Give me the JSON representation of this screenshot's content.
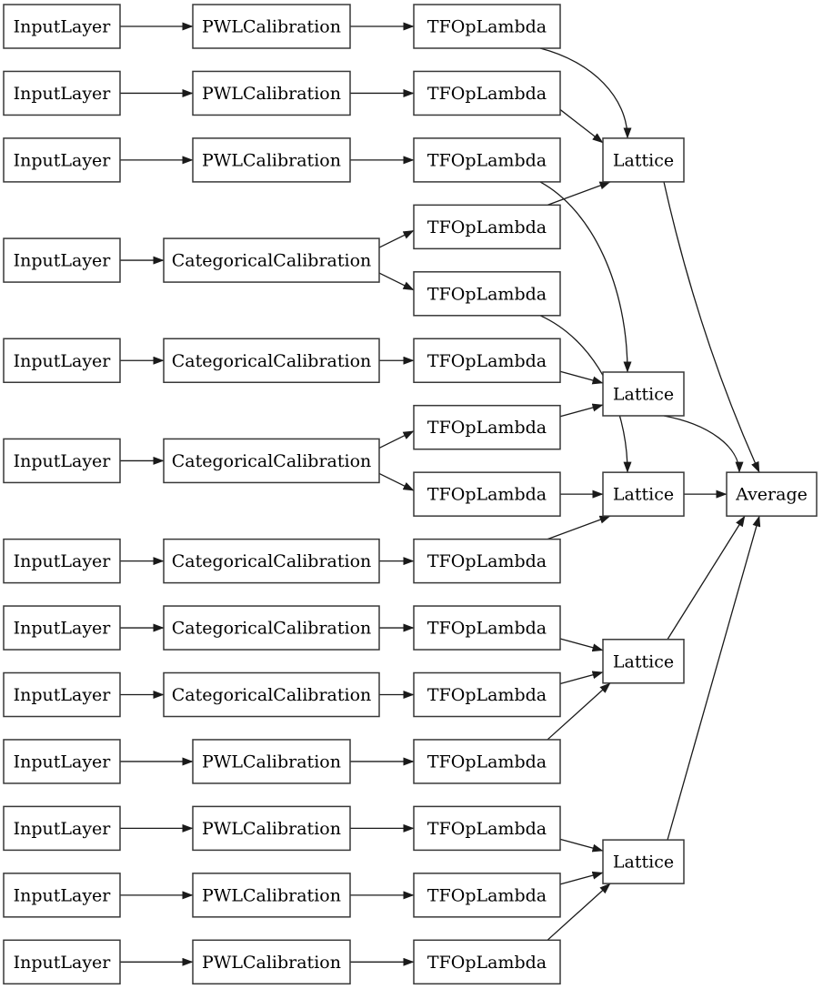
{
  "diagram": {
    "kind": "model-graph",
    "colors": {
      "background": "#ffffff",
      "node_fill": "#ffffff",
      "node_border": "#383838",
      "edge": "#1a1a1a",
      "text": "#000000"
    },
    "labels": {
      "input": "InputLayer",
      "pwl": "PWLCalibration",
      "categorical": "CategoricalCalibration",
      "lambda": "TFOpLambda",
      "lattice": "Lattice",
      "average": "Average"
    },
    "nodes": [
      {
        "id": "input_0",
        "label": "InputLayer",
        "type": "InputLayer",
        "row": 0
      },
      {
        "id": "pwl_0",
        "label": "PWLCalibration",
        "type": "PWLCalibration",
        "row": 0
      },
      {
        "id": "lambda_0",
        "label": "TFOpLambda",
        "type": "TFOpLambda",
        "row": 0
      },
      {
        "id": "input_1",
        "label": "InputLayer",
        "type": "InputLayer",
        "row": 1
      },
      {
        "id": "pwl_1",
        "label": "PWLCalibration",
        "type": "PWLCalibration",
        "row": 1
      },
      {
        "id": "lambda_1",
        "label": "TFOpLambda",
        "type": "TFOpLambda",
        "row": 1
      },
      {
        "id": "input_2",
        "label": "InputLayer",
        "type": "InputLayer",
        "row": 2
      },
      {
        "id": "pwl_2",
        "label": "PWLCalibration",
        "type": "PWLCalibration",
        "row": 2
      },
      {
        "id": "lambda_2",
        "label": "TFOpLambda",
        "type": "TFOpLambda",
        "row": 2
      },
      {
        "id": "lattice_0",
        "label": "Lattice",
        "type": "Lattice",
        "row": 2
      },
      {
        "id": "lambda_3",
        "label": "TFOpLambda",
        "type": "TFOpLambda",
        "row": 3
      },
      {
        "id": "input_3",
        "label": "InputLayer",
        "type": "InputLayer",
        "row": 3.5
      },
      {
        "id": "cat_0",
        "label": "CategoricalCalibration",
        "type": "CategoricalCalibration",
        "row": 3.5
      },
      {
        "id": "lambda_4",
        "label": "TFOpLambda",
        "type": "TFOpLambda",
        "row": 4
      },
      {
        "id": "input_4",
        "label": "InputLayer",
        "type": "InputLayer",
        "row": 5
      },
      {
        "id": "cat_1",
        "label": "CategoricalCalibration",
        "type": "CategoricalCalibration",
        "row": 5
      },
      {
        "id": "lambda_5",
        "label": "TFOpLambda",
        "type": "TFOpLambda",
        "row": 5
      },
      {
        "id": "lattice_1",
        "label": "Lattice",
        "type": "Lattice",
        "row": 5.5
      },
      {
        "id": "lambda_6",
        "label": "TFOpLambda",
        "type": "TFOpLambda",
        "row": 6
      },
      {
        "id": "input_5",
        "label": "InputLayer",
        "type": "InputLayer",
        "row": 6.5
      },
      {
        "id": "cat_2",
        "label": "CategoricalCalibration",
        "type": "CategoricalCalibration",
        "row": 6.5
      },
      {
        "id": "lambda_7",
        "label": "TFOpLambda",
        "type": "TFOpLambda",
        "row": 7
      },
      {
        "id": "lattice_2",
        "label": "Lattice",
        "type": "Lattice",
        "row": 7
      },
      {
        "id": "average",
        "label": "Average",
        "type": "Average",
        "row": 7
      },
      {
        "id": "input_6",
        "label": "InputLayer",
        "type": "InputLayer",
        "row": 8
      },
      {
        "id": "cat_3",
        "label": "CategoricalCalibration",
        "type": "CategoricalCalibration",
        "row": 8
      },
      {
        "id": "lambda_8",
        "label": "TFOpLambda",
        "type": "TFOpLambda",
        "row": 8
      },
      {
        "id": "input_7",
        "label": "InputLayer",
        "type": "InputLayer",
        "row": 9
      },
      {
        "id": "cat_4",
        "label": "CategoricalCalibration",
        "type": "CategoricalCalibration",
        "row": 9
      },
      {
        "id": "lambda_9",
        "label": "TFOpLambda",
        "type": "TFOpLambda",
        "row": 9
      },
      {
        "id": "lattice_3",
        "label": "Lattice",
        "type": "Lattice",
        "row": 9.5
      },
      {
        "id": "input_8",
        "label": "InputLayer",
        "type": "InputLayer",
        "row": 10
      },
      {
        "id": "cat_5",
        "label": "CategoricalCalibration",
        "type": "CategoricalCalibration",
        "row": 10
      },
      {
        "id": "lambda_10",
        "label": "TFOpLambda",
        "type": "TFOpLambda",
        "row": 10
      },
      {
        "id": "input_9",
        "label": "InputLayer",
        "type": "InputLayer",
        "row": 11
      },
      {
        "id": "pwl_3",
        "label": "PWLCalibration",
        "type": "PWLCalibration",
        "row": 11
      },
      {
        "id": "lambda_11",
        "label": "TFOpLambda",
        "type": "TFOpLambda",
        "row": 11
      },
      {
        "id": "input_10",
        "label": "InputLayer",
        "type": "InputLayer",
        "row": 12
      },
      {
        "id": "pwl_4",
        "label": "PWLCalibration",
        "type": "PWLCalibration",
        "row": 12
      },
      {
        "id": "lambda_12",
        "label": "TFOpLambda",
        "type": "TFOpLambda",
        "row": 12
      },
      {
        "id": "lattice_4",
        "label": "Lattice",
        "type": "Lattice",
        "row": 12.5
      },
      {
        "id": "input_11",
        "label": "InputLayer",
        "type": "InputLayer",
        "row": 13
      },
      {
        "id": "pwl_5",
        "label": "PWLCalibration",
        "type": "PWLCalibration",
        "row": 13
      },
      {
        "id": "lambda_13",
        "label": "TFOpLambda",
        "type": "TFOpLambda",
        "row": 13
      },
      {
        "id": "input_12",
        "label": "InputLayer",
        "type": "InputLayer",
        "row": 14
      },
      {
        "id": "pwl_6",
        "label": "PWLCalibration",
        "type": "PWLCalibration",
        "row": 14
      },
      {
        "id": "lambda_14",
        "label": "TFOpLambda",
        "type": "TFOpLambda",
        "row": 14
      }
    ],
    "edges": [
      {
        "from": "input_0",
        "to": "pwl_0"
      },
      {
        "from": "input_1",
        "to": "pwl_1"
      },
      {
        "from": "input_2",
        "to": "pwl_2"
      },
      {
        "from": "input_3",
        "to": "cat_0"
      },
      {
        "from": "input_4",
        "to": "cat_1"
      },
      {
        "from": "input_5",
        "to": "cat_2"
      },
      {
        "from": "input_6",
        "to": "cat_3"
      },
      {
        "from": "input_7",
        "to": "cat_4"
      },
      {
        "from": "input_8",
        "to": "cat_5"
      },
      {
        "from": "input_9",
        "to": "pwl_3"
      },
      {
        "from": "input_10",
        "to": "pwl_4"
      },
      {
        "from": "input_11",
        "to": "pwl_5"
      },
      {
        "from": "input_12",
        "to": "pwl_6"
      },
      {
        "from": "pwl_0",
        "to": "lambda_0"
      },
      {
        "from": "pwl_1",
        "to": "lambda_1"
      },
      {
        "from": "pwl_2",
        "to": "lambda_2"
      },
      {
        "from": "cat_0",
        "to": "lambda_3"
      },
      {
        "from": "cat_0",
        "to": "lambda_4"
      },
      {
        "from": "cat_1",
        "to": "lambda_5"
      },
      {
        "from": "cat_2",
        "to": "lambda_6"
      },
      {
        "from": "cat_2",
        "to": "lambda_7"
      },
      {
        "from": "cat_3",
        "to": "lambda_8"
      },
      {
        "from": "cat_4",
        "to": "lambda_9"
      },
      {
        "from": "cat_5",
        "to": "lambda_10"
      },
      {
        "from": "pwl_3",
        "to": "lambda_11"
      },
      {
        "from": "pwl_4",
        "to": "lambda_12"
      },
      {
        "from": "pwl_5",
        "to": "lambda_13"
      },
      {
        "from": "pwl_6",
        "to": "lambda_14"
      },
      {
        "from": "lambda_0",
        "to": "lattice_0"
      },
      {
        "from": "lambda_1",
        "to": "lattice_0"
      },
      {
        "from": "lambda_3",
        "to": "lattice_0"
      },
      {
        "from": "lambda_2",
        "to": "lattice_1"
      },
      {
        "from": "lambda_5",
        "to": "lattice_1"
      },
      {
        "from": "lambda_6",
        "to": "lattice_1"
      },
      {
        "from": "lambda_4",
        "to": "lattice_2"
      },
      {
        "from": "lambda_7",
        "to": "lattice_2"
      },
      {
        "from": "lambda_8",
        "to": "lattice_2"
      },
      {
        "from": "lambda_9",
        "to": "lattice_3"
      },
      {
        "from": "lambda_10",
        "to": "lattice_3"
      },
      {
        "from": "lambda_11",
        "to": "lattice_3"
      },
      {
        "from": "lambda_12",
        "to": "lattice_4"
      },
      {
        "from": "lambda_13",
        "to": "lattice_4"
      },
      {
        "from": "lambda_14",
        "to": "lattice_4"
      },
      {
        "from": "lattice_0",
        "to": "average"
      },
      {
        "from": "lattice_1",
        "to": "average"
      },
      {
        "from": "lattice_2",
        "to": "average"
      },
      {
        "from": "lattice_3",
        "to": "average"
      },
      {
        "from": "lattice_4",
        "to": "average"
      }
    ]
  }
}
